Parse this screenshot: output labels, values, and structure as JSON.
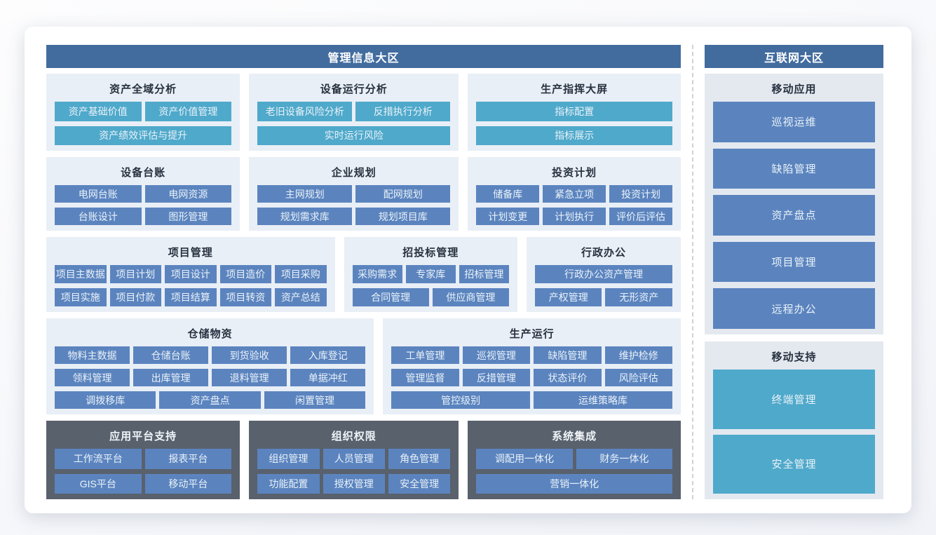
{
  "page": {
    "left_zone": {
      "title": "管理信息大区",
      "rows": [
        {
          "groups": [
            {
              "title": "资产全域分析",
              "variant": "teal",
              "theme": "light",
              "button_rows": [
                [
                  "资产基础价值",
                  "资产价值管理"
                ],
                [
                  "资产绩效评估与提升"
                ]
              ]
            },
            {
              "title": "设备运行分析",
              "variant": "teal",
              "theme": "light",
              "button_rows": [
                [
                  "老旧设备风险分析",
                  "反措执行分析"
                ],
                [
                  "实时运行风险"
                ]
              ]
            },
            {
              "title": "生产指挥大屏",
              "variant": "teal",
              "theme": "light",
              "button_rows": [
                [
                  "指标配置"
                ],
                [
                  "指标展示"
                ]
              ]
            }
          ]
        },
        {
          "groups": [
            {
              "title": "设备台账",
              "variant": "blue",
              "theme": "light",
              "button_rows": [
                [
                  "电网台账",
                  "电网资源"
                ],
                [
                  "台账设计",
                  "图形管理"
                ]
              ]
            },
            {
              "title": "企业规划",
              "variant": "blue",
              "theme": "light",
              "button_rows": [
                [
                  "主网规划",
                  "配网规划"
                ],
                [
                  "规划需求库",
                  "规划项目库"
                ]
              ]
            },
            {
              "title": "投资计划",
              "variant": "blue",
              "theme": "light",
              "button_rows": [
                [
                  "储备库",
                  "紧急立项",
                  "投资计划"
                ],
                [
                  "计划变更",
                  "计划执行",
                  "评价后评估"
                ]
              ]
            }
          ]
        },
        {
          "groups": [
            {
              "title": "项目管理",
              "variant": "blue",
              "theme": "light",
              "button_rows": [
                [
                  "项目主数据",
                  "项目计划",
                  "项目设计",
                  "项目造价",
                  "项目采购"
                ],
                [
                  "项目实施",
                  "项目付款",
                  "项目结算",
                  "项目转资",
                  "资产总结"
                ]
              ]
            },
            {
              "title": "招投标管理",
              "variant": "blue",
              "theme": "light",
              "button_rows": [
                [
                  "采购需求",
                  "专家库",
                  "招标管理"
                ],
                [
                  "合同管理",
                  "供应商管理"
                ]
              ]
            },
            {
              "title": "行政办公",
              "variant": "blue",
              "theme": "light",
              "button_rows": [
                [
                  "行政办公资产管理"
                ],
                [
                  "产权管理",
                  "无形资产"
                ]
              ]
            }
          ]
        },
        {
          "groups": [
            {
              "title": "仓储物资",
              "variant": "blue",
              "theme": "light",
              "button_rows": [
                [
                  "物料主数据",
                  "仓储台账",
                  "到货验收",
                  "入库登记"
                ],
                [
                  "领料管理",
                  "出库管理",
                  "退料管理",
                  "单据冲红"
                ],
                [
                  "调拨移库",
                  "资产盘点",
                  "闲置管理"
                ]
              ]
            },
            {
              "title": "生产运行",
              "variant": "blue",
              "theme": "light",
              "button_rows": [
                [
                  "工单管理",
                  "巡视管理",
                  "缺陷管理",
                  "维护检修"
                ],
                [
                  "管理监督",
                  "反措管理",
                  "状态评价",
                  "风险评估"
                ],
                [
                  "管控级别",
                  "运维策略库"
                ]
              ]
            }
          ]
        },
        {
          "groups": [
            {
              "title": "应用平台支持",
              "variant": "blue",
              "theme": "dark",
              "button_rows": [
                [
                  "工作流平台",
                  "报表平台"
                ],
                [
                  "GIS平台",
                  "移动平台"
                ]
              ]
            },
            {
              "title": "组织权限",
              "variant": "blue",
              "theme": "dark",
              "button_rows": [
                [
                  "组织管理",
                  "人员管理",
                  "角色管理"
                ],
                [
                  "功能配置",
                  "授权管理",
                  "安全管理"
                ]
              ]
            },
            {
              "title": "系统集成",
              "variant": "blue",
              "theme": "dark",
              "button_rows": [
                [
                  "调配用一体化",
                  "财务一体化"
                ],
                [
                  "营销一体化"
                ]
              ]
            }
          ]
        }
      ]
    },
    "right_zone": {
      "title": "互联网大区",
      "groups": [
        {
          "title": "移动应用",
          "variant": "blue",
          "buttons": [
            "巡视运维",
            "缺陷管理",
            "资产盘点",
            "项目管理",
            "远程办公"
          ]
        },
        {
          "title": "移动支持",
          "variant": "teal",
          "buttons": [
            "终端管理",
            "安全管理"
          ]
        }
      ]
    },
    "colors": {
      "header_bg": "#426c9e",
      "teal_button": "#4fa9cb",
      "blue_button": "#5b84bf",
      "light_group_bg": "#e9eff6",
      "right_group_bg": "#e4e9f0",
      "dark_group_bg": "#59616d",
      "title_text": "#27313f",
      "button_text": "#eaf2f8"
    }
  }
}
